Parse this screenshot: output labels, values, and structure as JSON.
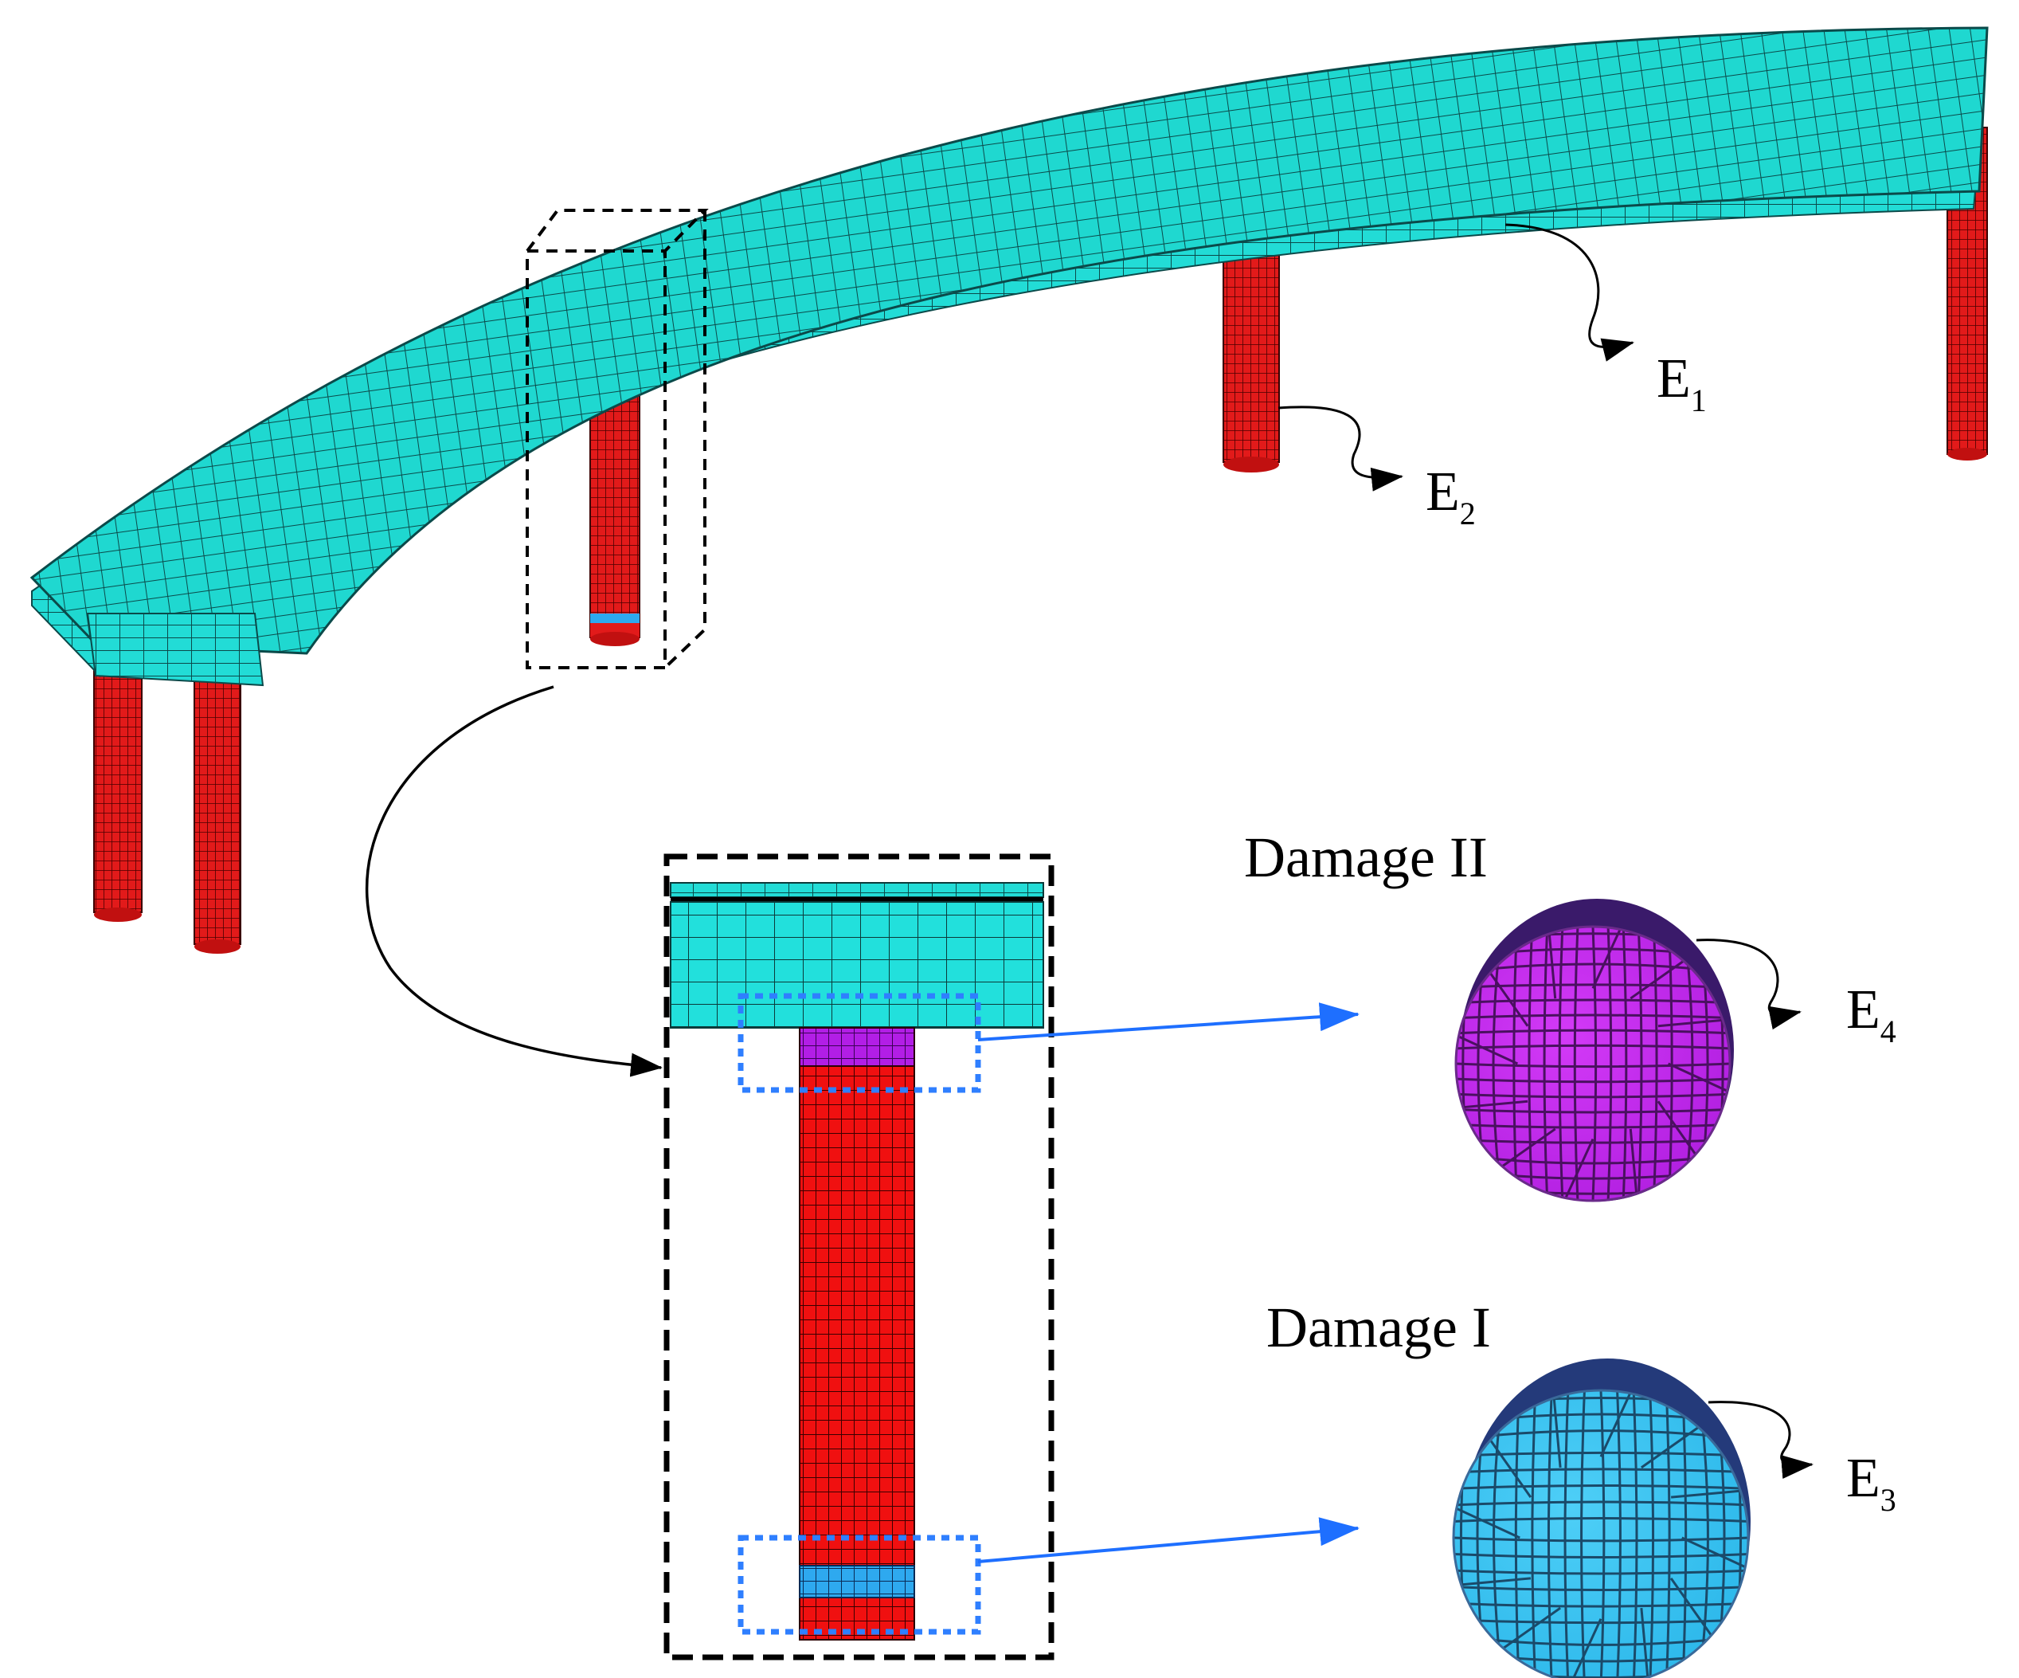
{
  "labels": {
    "e1": {
      "main": "E",
      "sub": "1"
    },
    "e2": {
      "main": "E",
      "sub": "2"
    },
    "e3": {
      "main": "E",
      "sub": "3"
    },
    "e4": {
      "main": "E",
      "sub": "4"
    },
    "damage_ii": "Damage II",
    "damage_i": "Damage I"
  },
  "colors": {
    "deck": "#1fd8d0",
    "deck_grid": "#0b4a4a",
    "pier": "#e21a1a",
    "pier_grid": "#4a0000",
    "damage_i": "#36c3f2",
    "damage_ii": "#c020f0",
    "highlight_box": "#2f7fff",
    "arrow_blue": "#1e6fff"
  }
}
